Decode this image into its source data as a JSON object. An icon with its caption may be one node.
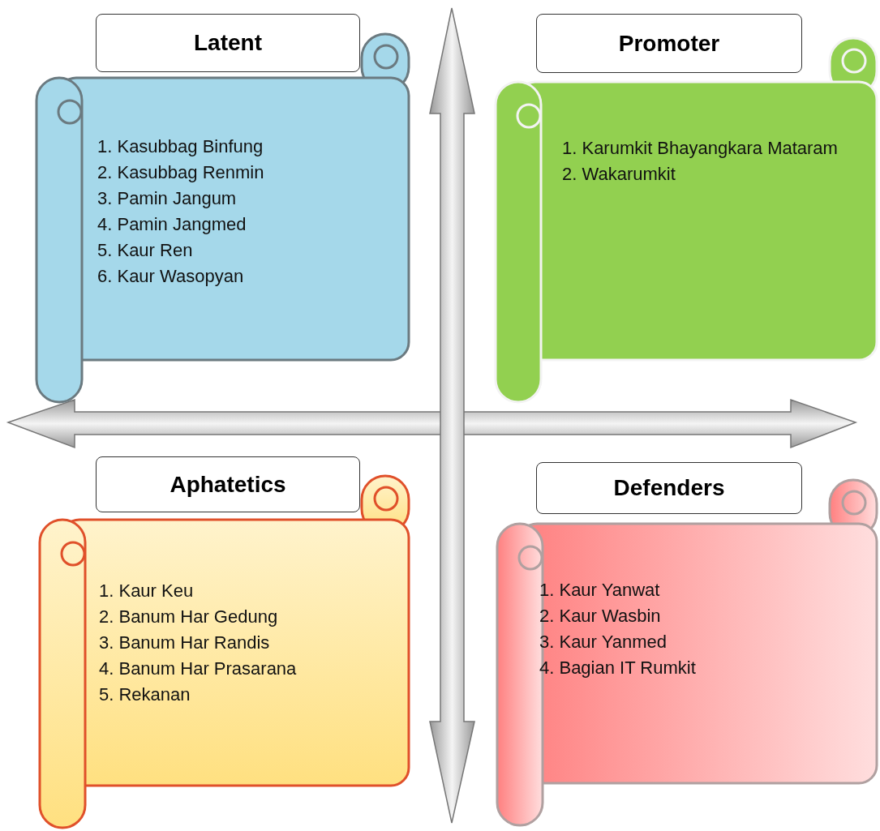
{
  "diagram": {
    "nodes": [
      {
        "text": [
          "Latent"
        ]
      },
      {
        "text": [
          "1. Kasubbag Binfung",
          "2. Kasubbag Renmin",
          "3. Pamin Jangum",
          "4. Pamin Jangmed",
          "5. Kaur Ren",
          "6. Kaur Wasopyan"
        ]
      },
      {
        "text": [
          "Promoter"
        ]
      },
      {
        "text": [
          "1. Karumkit Bhayangkara Mataram",
          "2. Wakarumkit"
        ]
      },
      {
        "text": [
          "Aphatetics"
        ]
      },
      {
        "text": [
          "1. Kaur Keu",
          "2. Banum Har Gedung",
          "3. Banum Har Randis",
          "4. Banum Har Prasarana",
          "5. Rekanan"
        ]
      },
      {
        "text": [
          "Defenders"
        ]
      },
      {
        "text": [
          "1. Kaur Yanwat",
          "2. Kaur Wasbin",
          "3. Kaur Yanmed",
          "4. Bagian IT Rumkit"
        ]
      }
    ],
    "edges": []
  }
}
